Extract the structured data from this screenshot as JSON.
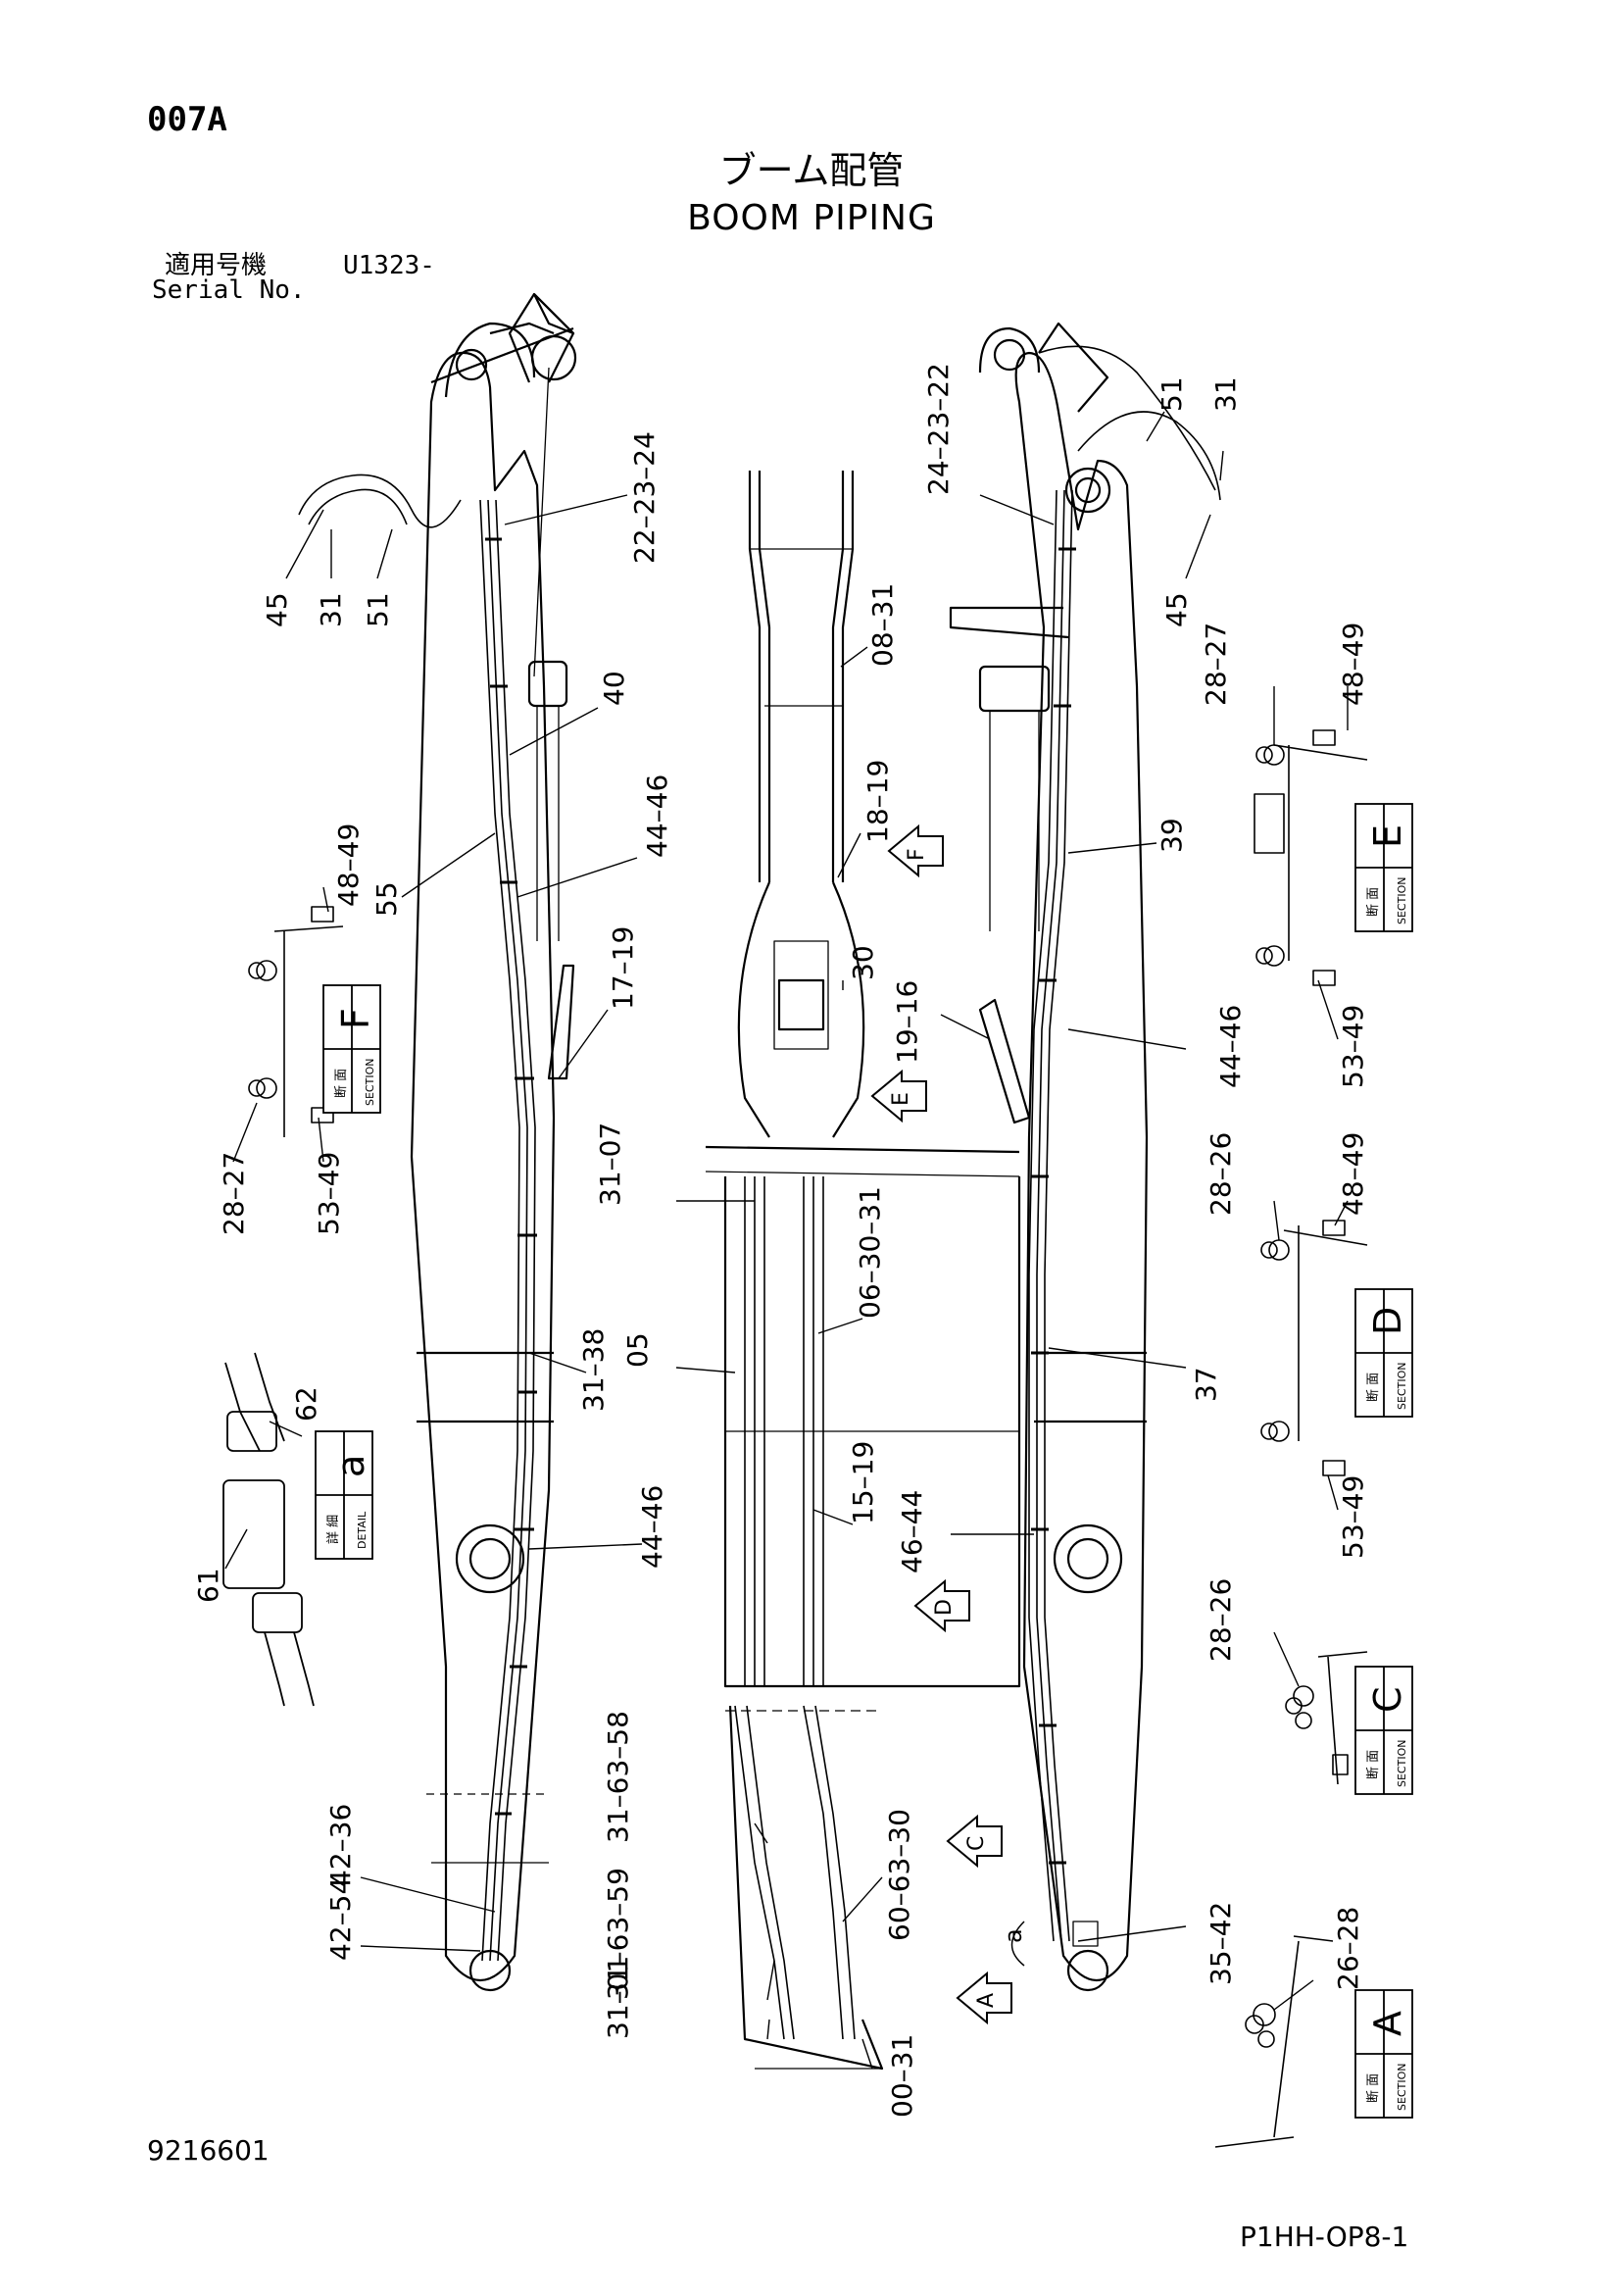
{
  "header": {
    "page_code": "007A",
    "title_ja": "ブーム配管",
    "title_en": "BOOM PIPING",
    "serial_label_ja": "適用号機",
    "serial_value": "U1323-",
    "serial_label_en": "Serial No."
  },
  "footer": {
    "document_number": "9216601",
    "page_reference": "P1HH-OP8-1"
  },
  "section_boxes": {
    "label_ja": "断 面",
    "label_en": "SECTION",
    "detail_label_ja": "詳 細",
    "detail_label_en": "DETAIL",
    "sections": [
      "F",
      "E",
      "D",
      "C",
      "A"
    ],
    "detail": "a"
  },
  "view_arrows": [
    "F",
    "E",
    "D",
    "C",
    "A"
  ],
  "detail_marker": "a",
  "callouts": {
    "c1": "45",
    "c2": "31",
    "c3": "51",
    "c4": "22–23–24",
    "c5": "40",
    "c6": "48–49",
    "c7": "55",
    "c8": "44–46",
    "c9": "17–19",
    "c10": "28–27",
    "c11": "53–49",
    "c12": "31–38",
    "c13": "05",
    "c14": "44–46",
    "c15": "62",
    "c16": "61",
    "c17": "42–36",
    "c18": "42–54",
    "c19": "24–23–22",
    "c20": "08–31",
    "c21": "18–19",
    "c22": "30",
    "c23": "31–07",
    "c24": "06–30–31",
    "c25": "15–19",
    "c26": "46–44",
    "c27": "31–63–58",
    "c28": "60–63–30",
    "c29": "31–63–59",
    "c30": "31–01",
    "c31": "00–31",
    "c32": "51",
    "c33": "31",
    "c34": "45",
    "c35": "28–27",
    "c36": "48–49",
    "c37": "39",
    "c38": "19–16",
    "c39": "44–46",
    "c40": "53–49",
    "c41": "28–26",
    "c42": "48–49",
    "c43": "37",
    "c44": "53–49",
    "c45": "28–26",
    "c46": "35–42",
    "c47": "26–28"
  },
  "colors": {
    "ink": "#000000",
    "paper": "#ffffff"
  }
}
